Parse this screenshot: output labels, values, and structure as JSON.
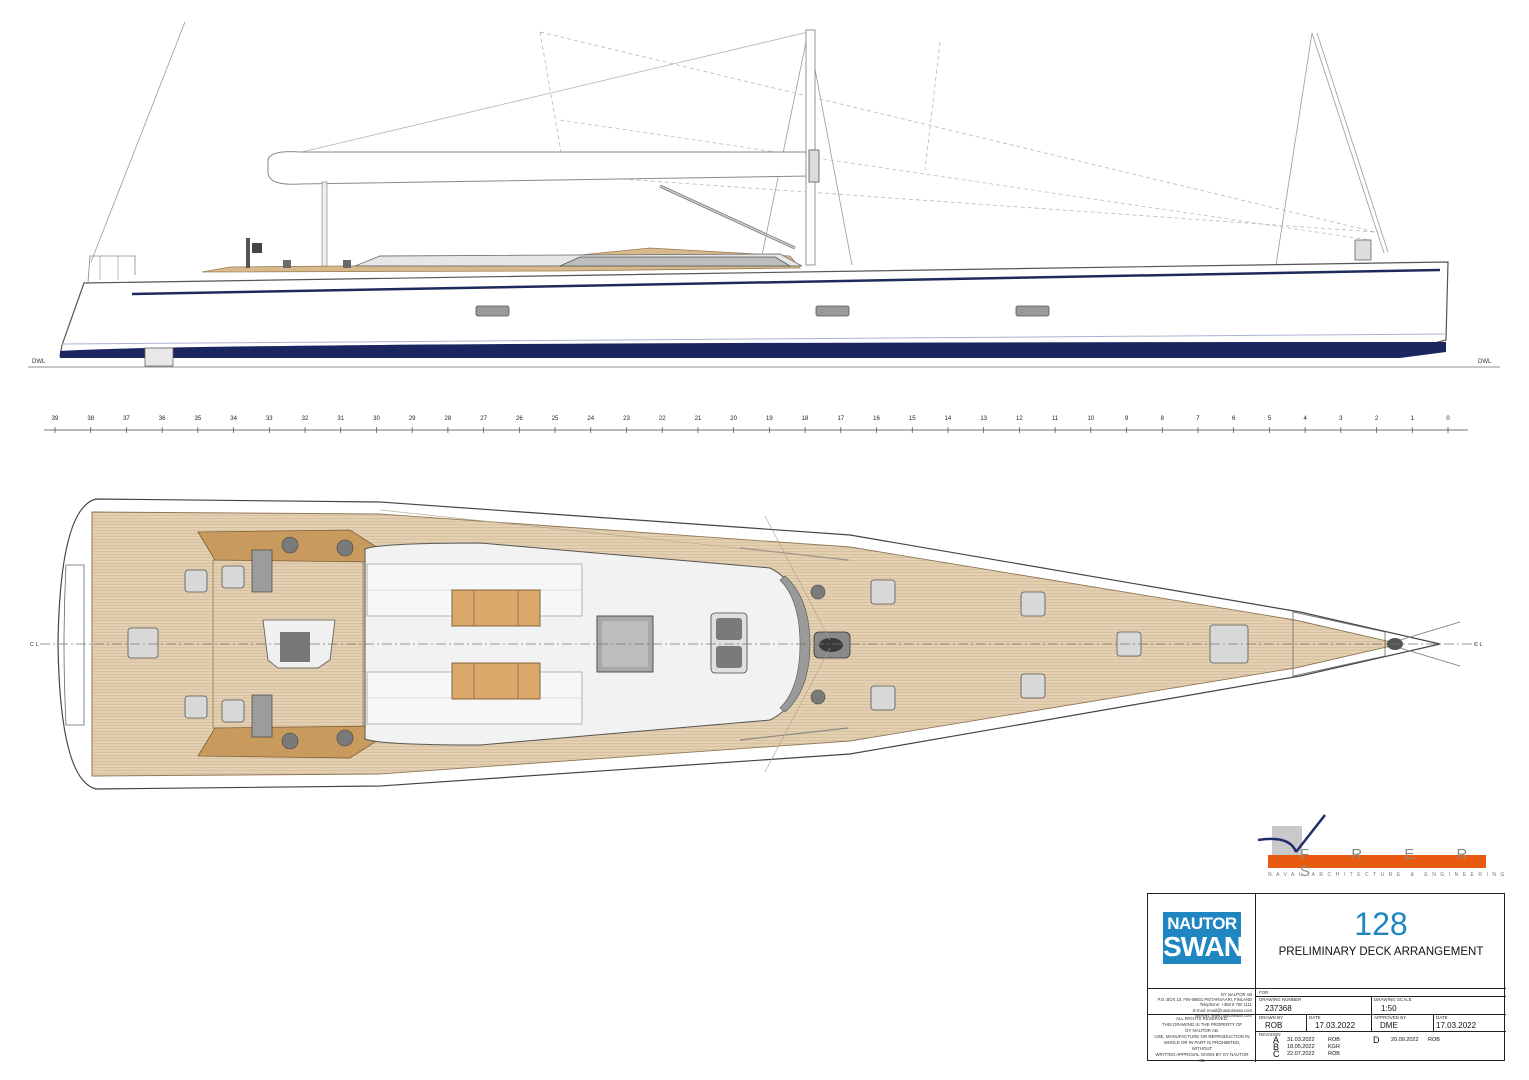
{
  "drawing": {
    "dwl_label": "DWL",
    "centerline_label": "C L",
    "station_numbers": [
      "39",
      "38",
      "37",
      "36",
      "35",
      "34",
      "33",
      "32",
      "31",
      "30",
      "29",
      "28",
      "27",
      "26",
      "25",
      "24",
      "23",
      "22",
      "21",
      "20",
      "19",
      "18",
      "17",
      "16",
      "15",
      "14",
      "13",
      "12",
      "11",
      "10",
      "9",
      "8",
      "7",
      "6",
      "5",
      "4",
      "3",
      "2",
      "1",
      "0"
    ]
  },
  "designer_logo": {
    "name": "F R E R S",
    "tagline": "NAVAL ARCHITECTURE & ENGINEERING"
  },
  "title_block": {
    "company_logo_line1": "NAUTOR",
    "company_logo_line2": "SWAN",
    "design_number": "128",
    "drawing_title": "PRELIMINARY DECK ARRANGEMENT",
    "company_address": [
      "OY NAUTOR AB",
      "P.O. BOX 10, FIN-68601 PIETARSAARI, FINLAND",
      "Telephone: +358 6 760 1111",
      "E-mail: email@nautorswan.com",
      "Internet: www.nautorswan.com"
    ],
    "rights_notice": [
      "ALL RIGHTS RESERVED.",
      "THIS DRAWING IS THE PROPERTY OF",
      "OY NAUTOR AB.",
      "USE, MANUFACTURE OR REPRODUCTION IN",
      "WHOLE OR IN PART IS PROHIBITED,",
      "WITHOUT",
      "WRITTEN APPROVAL GIVEN BY OY NAUTOR AB."
    ],
    "for_label": "FOR",
    "drawing_number_label": "DRAWING NUMBER",
    "drawing_number": "237368",
    "drawing_scale_label": "DRAWING SCALE",
    "drawing_scale": "1:50",
    "drawn_by_label": "DRAWN BY",
    "drawn_by": "ROB",
    "date_label": "DATE",
    "drawn_date": "17.03.2022",
    "approved_by_label": "APPROVED BY",
    "approved_by": "DME",
    "approved_date": "17.03.2022",
    "revision_label": "REVISION",
    "revisions": [
      {
        "letter": "A",
        "date": "31.03.2022",
        "by": "ROB"
      },
      {
        "letter": "B",
        "date": "18.05.2022",
        "by": "KGR"
      },
      {
        "letter": "C",
        "date": "22.07.2022",
        "by": "ROB"
      },
      {
        "letter": "D",
        "date": "20.09.2022",
        "by": "ROB"
      }
    ]
  }
}
